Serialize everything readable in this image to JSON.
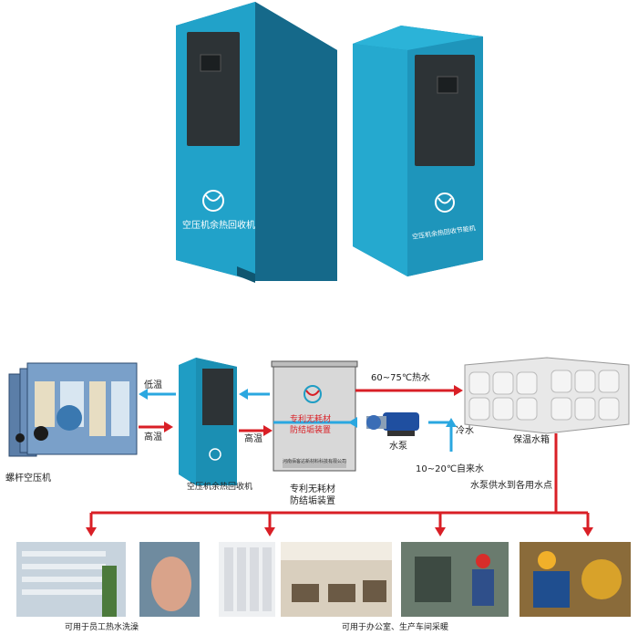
{
  "top_units": {
    "unit1_label": "空压机余热回收机",
    "unit2_label": "空压机余热回收节能机"
  },
  "flow": {
    "compressor_label": "螺杆空压机",
    "low_temp": "低温",
    "high_temp_left": "高温",
    "high_temp_right": "高温",
    "recovery_label": "空压机余热回收机",
    "device_front_title": "专利无耗材\n防结垢装置",
    "device_front_small": "河南佰客达新材料科技有限公司",
    "device_label": "专利无耗材\n防结垢装置",
    "hot_water": "60~75℃热水",
    "tank_label": "保温水箱",
    "pump_label": "水泵",
    "cold_water": "冷水",
    "tap_water": "10~20℃自来水",
    "supply_note": "水泵供水到各用水点"
  },
  "bottom": {
    "caption_left": "可用于员工热水洗澡",
    "caption_right": "可用于办公室、生产车间采暖"
  },
  "colors": {
    "cabinet": "#1f9dc4",
    "hot_line": "#d91f26",
    "cold_line": "#2aa7e0"
  }
}
